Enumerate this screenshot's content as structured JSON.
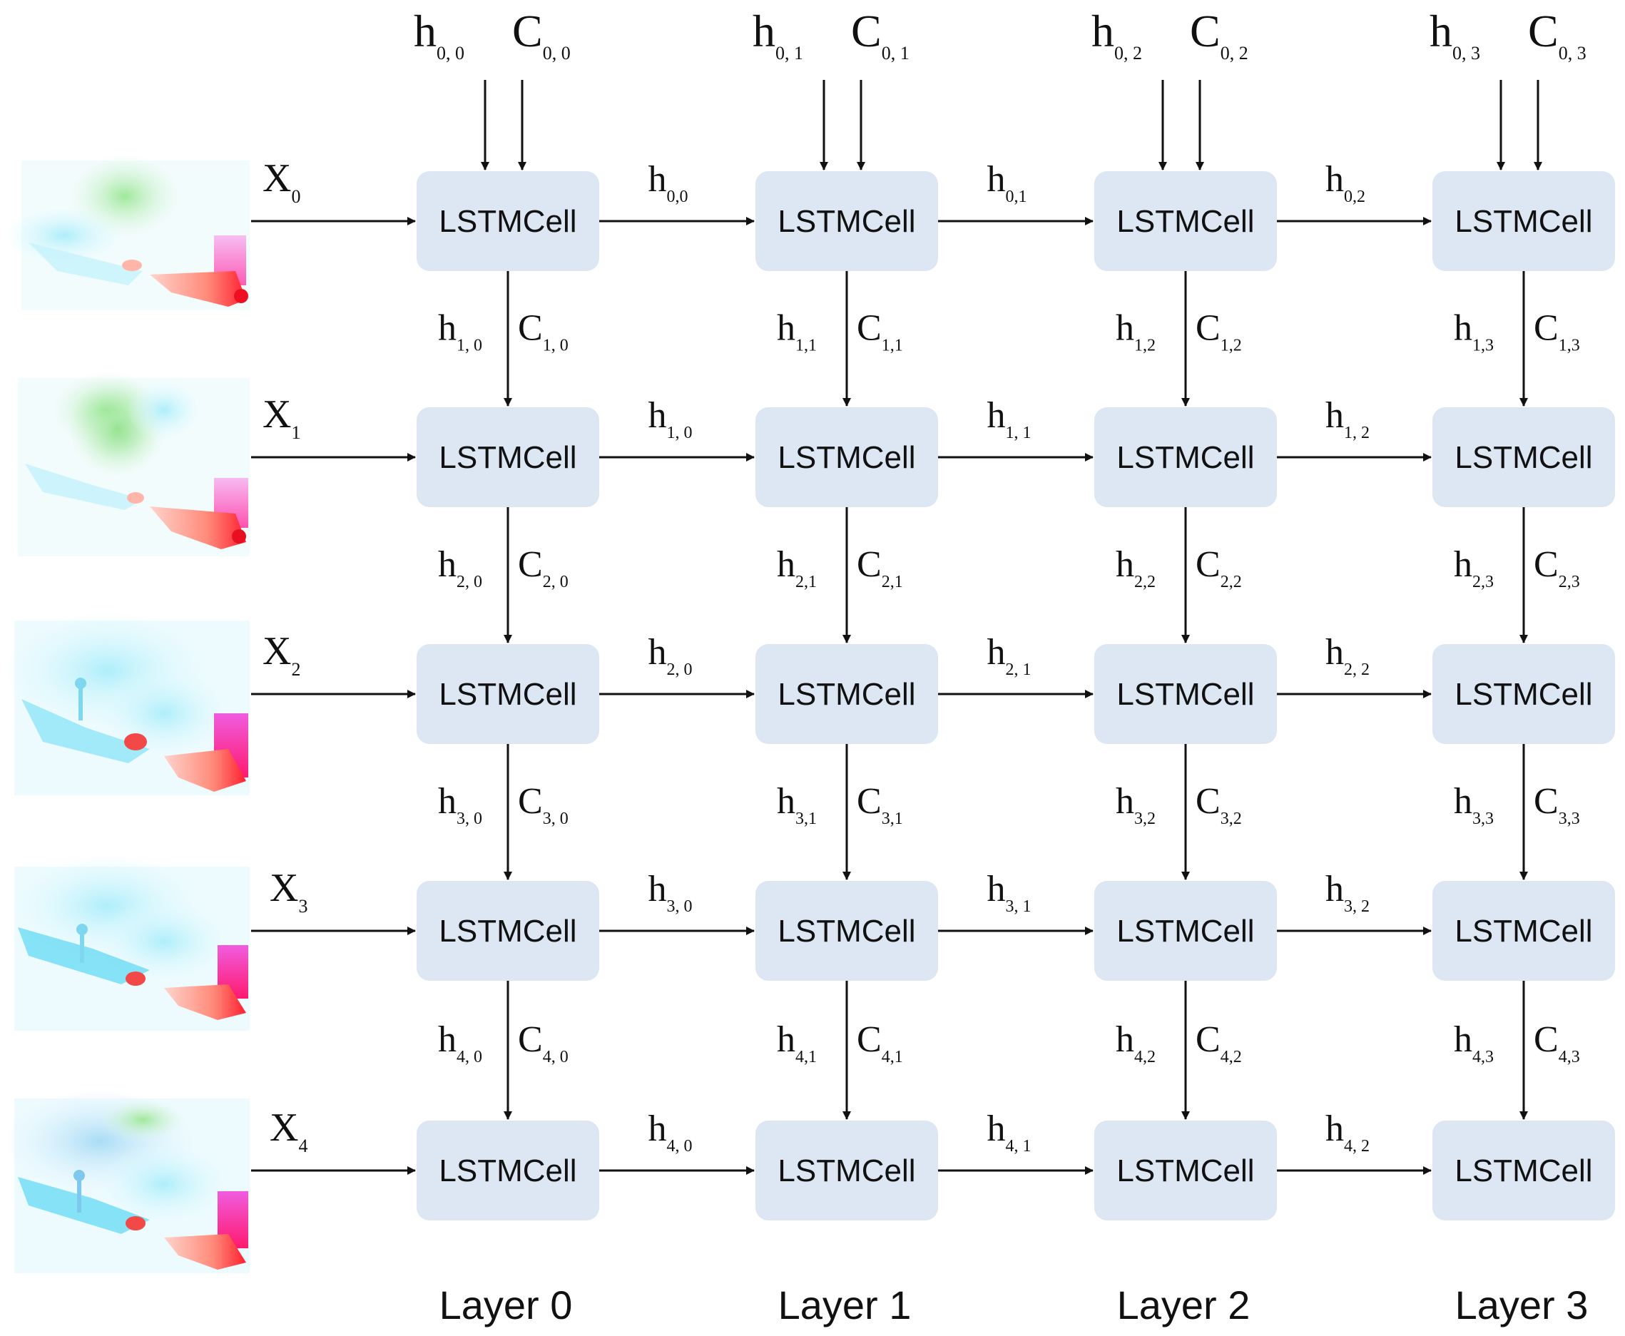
{
  "cell_label": "LSTMCell",
  "layers": [
    "Layer 0",
    "Layer 1",
    "Layer 2",
    "Layer 3"
  ],
  "inputs": [
    {
      "sym": "X",
      "sub": "0"
    },
    {
      "sym": "X",
      "sub": "1"
    },
    {
      "sym": "X",
      "sub": "2"
    },
    {
      "sym": "X",
      "sub": "3"
    },
    {
      "sym": "X",
      "sub": "4"
    }
  ],
  "top_states": [
    {
      "h": "0, 0",
      "c": "0, 0"
    },
    {
      "h": "0, 1",
      "c": "0, 1"
    },
    {
      "h": "0, 2",
      "c": "0, 2"
    },
    {
      "h": "0, 3",
      "c": "0, 3"
    }
  ],
  "horizontal_labels": [
    [
      "0,0",
      "0,1",
      "0,2"
    ],
    [
      "1, 0",
      "1, 1",
      "1, 2"
    ],
    [
      "2, 0",
      "2, 1",
      "2, 2"
    ],
    [
      "3, 0",
      "3, 1",
      "3, 2"
    ],
    [
      "4, 0",
      "4, 1",
      "4, 2"
    ]
  ],
  "vertical_labels": [
    [
      {
        "h": "1, 0",
        "c": "1, 0"
      },
      {
        "h": "1,1",
        "c": "1,1"
      },
      {
        "h": "1,2",
        "c": "1,2"
      },
      {
        "h": "1,3",
        "c": "1,3"
      }
    ],
    [
      {
        "h": "2, 0",
        "c": "2, 0"
      },
      {
        "h": "2,1",
        "c": "2,1"
      },
      {
        "h": "2,2",
        "c": "2,2"
      },
      {
        "h": "2,3",
        "c": "2,3"
      }
    ],
    [
      {
        "h": "3, 0",
        "c": "3, 0"
      },
      {
        "h": "3,1",
        "c": "3,1"
      },
      {
        "h": "3,2",
        "c": "3,2"
      },
      {
        "h": "3,3",
        "c": "3,3"
      }
    ],
    [
      {
        "h": "4, 0",
        "c": "4, 0"
      },
      {
        "h": "4,1",
        "c": "4,1"
      },
      {
        "h": "4,2",
        "c": "4,2"
      },
      {
        "h": "4,3",
        "c": "4,3"
      }
    ]
  ],
  "symbols": {
    "hidden": "h",
    "cell": "C"
  },
  "thumbnails": [
    "optical-flow-frame-0",
    "optical-flow-frame-1",
    "optical-flow-frame-2",
    "optical-flow-frame-3",
    "optical-flow-frame-4"
  ]
}
